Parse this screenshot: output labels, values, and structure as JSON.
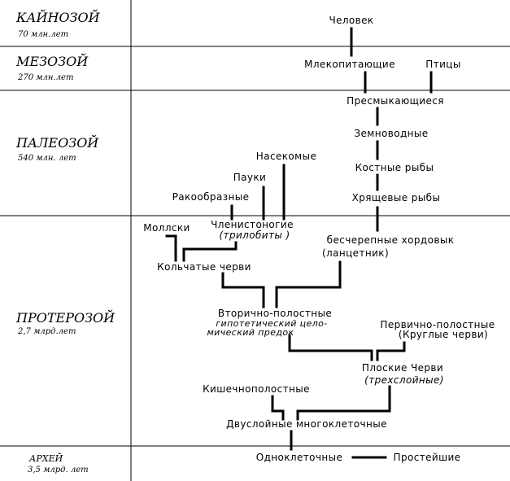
{
  "eras": [
    {
      "id": "cenozoic",
      "name": "КАЙНОЗОЙ",
      "age": "70 млн.лет"
    },
    {
      "id": "mesozoic",
      "name": "МЕЗОЗОЙ",
      "age": "270 млн.лет"
    },
    {
      "id": "paleozoic",
      "name": "ПАЛЕОЗОЙ",
      "age": "540 млн. лет"
    },
    {
      "id": "proterozoic",
      "name": "ПРОТЕРОЗОЙ",
      "age": "2,7 млрд.лет"
    },
    {
      "id": "archean",
      "name": "АРХЕЙ",
      "age": "3,5 млрд. лет"
    }
  ],
  "nodes": {
    "human": "Человек",
    "mammals": "Млекопитающие",
    "birds": "Птицы",
    "reptiles": "Пресмыкающиеся",
    "amphibians": "Земноводные",
    "bony_fish": "Костные рыбы",
    "cartilaginous_fish": "Хрящевые рыбы",
    "insects": "Насекомые",
    "spiders": "Пауки",
    "crustaceans": "Ракообразные",
    "arthropods": "Членистоногие",
    "trilobites": "(трилобиты )",
    "mollusks": "Моллски",
    "annelids": "Кольчатые черви",
    "lancelet_line1": "бесчерепные хордовык",
    "lancelet_line2": "(ланцетник)",
    "coelomates": "Вторично-полостные",
    "ancestor_line1": "гипотетический цело-",
    "ancestor_line2": "мический предок",
    "roundworms_line1": "Первично-полостные",
    "roundworms_line2": "(Круглые черви)",
    "flatworms": "Плоские Черви",
    "triploblastic": "(трехслойные)",
    "cnidarians": "Кишечнополостные",
    "diploblastic": "Двуслойные многоклеточные",
    "unicellular": "Одноклеточные",
    "protozoa": "Простейшие"
  },
  "colors": {
    "background": "#ffffff",
    "lines": "#000000",
    "text": "#000000"
  }
}
